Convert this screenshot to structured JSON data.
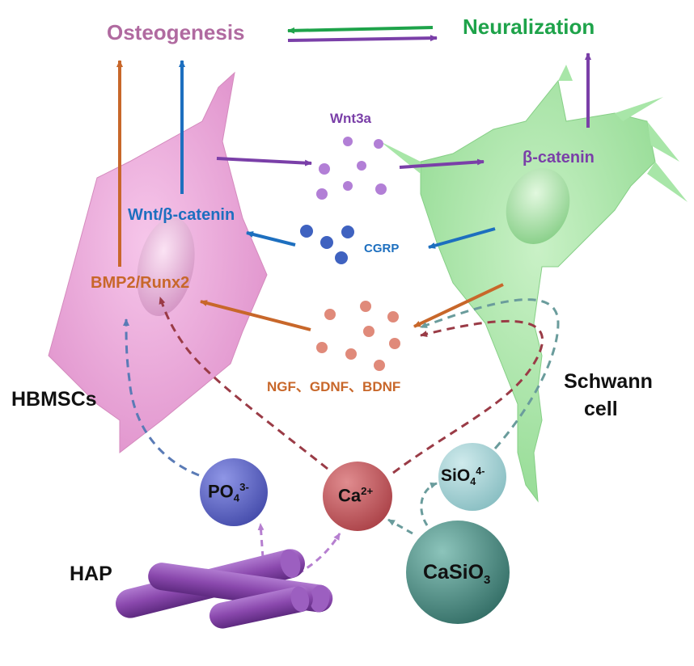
{
  "labels": {
    "osteogenesis": "Osteogenesis",
    "neuralization": "Neuralization",
    "wnt3a": "Wnt3a",
    "beta_catenin": "β-catenin",
    "wnt_beta_catenin": "Wnt/β-catenin",
    "cgrp": "CGRP",
    "bmp2_runx2": "BMP2/Runx2",
    "neurotrophins": "NGF、GDNF、BDNF",
    "hbmscs": "HBMSCs",
    "schwann": "Schwann",
    "cell": "cell",
    "hap": "HAP"
  },
  "ions": {
    "po4_base": "PO",
    "po4_sub": "4",
    "po4_sup": "3-",
    "ca_base": "Ca",
    "ca_sup": "2+",
    "sio4_base": "SiO",
    "sio4_sub": "4",
    "sio4_sup": "4-",
    "casio3_base": "CaSiO",
    "casio3_sub": "3"
  },
  "colors": {
    "osteo_text": "#b06aa0",
    "neuro_text": "#1ea34a",
    "purple": "#7a3fa8",
    "blue": "#1d6fbf",
    "orange": "#c8672a",
    "dark_red_dash": "#9a3b46",
    "teal_dash": "#6a9c9c",
    "pink_cell": "#eea6d8",
    "green_cell": "#a8e6a8",
    "po4_ball": "#5b63c4",
    "ca_ball": "#c0595c",
    "sio4_ball": "#9fcfd2",
    "casio3_ball": "#4f8c83",
    "hap_rod": "#8a48ad"
  },
  "icons": [
    "hbmsc-cell-icon",
    "schwann-cell-icon",
    "hap-rods-icon"
  ]
}
